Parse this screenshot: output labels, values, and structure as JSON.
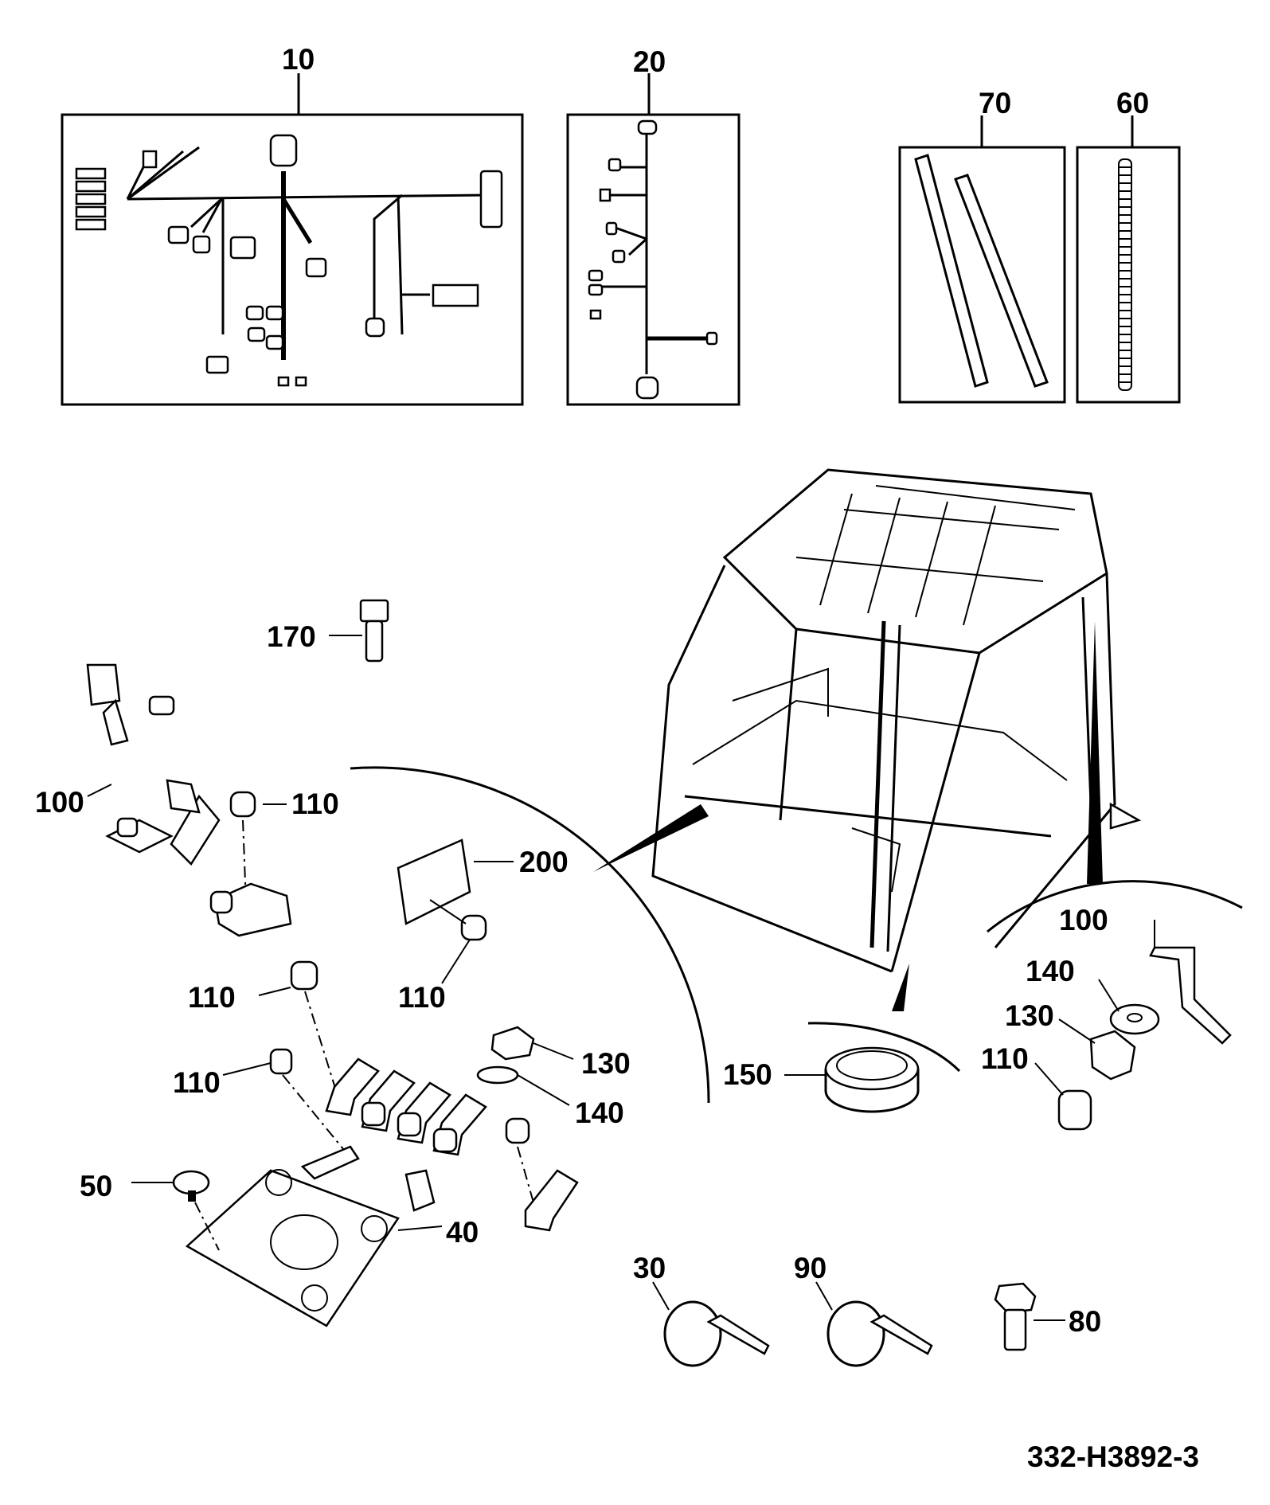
{
  "drawing_ref": "332-H3892-3",
  "callouts": [
    {
      "id": "c10",
      "text": "10"
    },
    {
      "id": "c20",
      "text": "20"
    },
    {
      "id": "c70",
      "text": "70"
    },
    {
      "id": "c60",
      "text": "60"
    },
    {
      "id": "c170",
      "text": "170"
    },
    {
      "id": "c100a",
      "text": "100"
    },
    {
      "id": "c110a",
      "text": "110"
    },
    {
      "id": "c200",
      "text": "200"
    },
    {
      "id": "c110b",
      "text": "110"
    },
    {
      "id": "c110c",
      "text": "110"
    },
    {
      "id": "c110d",
      "text": "110"
    },
    {
      "id": "c130a",
      "text": "130"
    },
    {
      "id": "c140a",
      "text": "140"
    },
    {
      "id": "c50",
      "text": "50"
    },
    {
      "id": "c40",
      "text": "40"
    },
    {
      "id": "c100b",
      "text": "100"
    },
    {
      "id": "c140b",
      "text": "140"
    },
    {
      "id": "c130b",
      "text": "130"
    },
    {
      "id": "c110e",
      "text": "110"
    },
    {
      "id": "c150",
      "text": "150"
    },
    {
      "id": "c30",
      "text": "30"
    },
    {
      "id": "c90",
      "text": "90"
    },
    {
      "id": "c80",
      "text": "80"
    }
  ]
}
